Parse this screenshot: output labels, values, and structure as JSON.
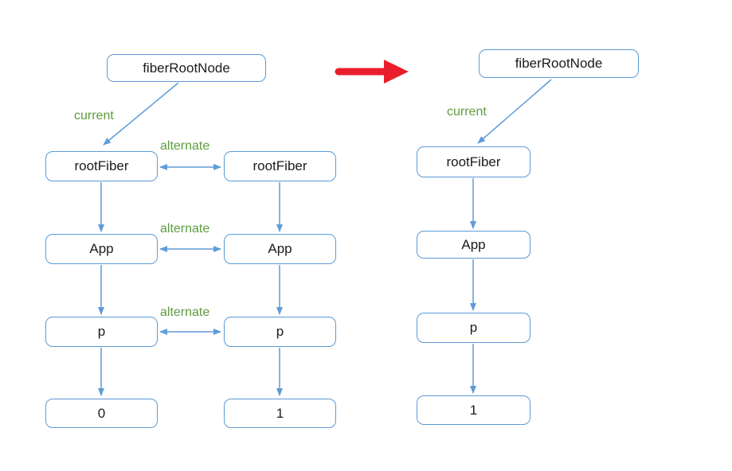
{
  "colors": {
    "node_border": "#5b9bd5",
    "arrow_blue": "#5e9cd8",
    "label_green": "#5d9c3f",
    "arrow_red": "#e91e2c"
  },
  "left_diagram": {
    "root": "fiberRootNode",
    "current_label": "current",
    "alternate_labels": [
      "alternate",
      "alternate",
      "alternate"
    ],
    "current_column": [
      "rootFiber",
      "App",
      "p",
      "0"
    ],
    "alternate_column": [
      "rootFiber",
      "App",
      "p",
      "1"
    ]
  },
  "right_diagram": {
    "root": "fiberRootNode",
    "current_label": "current",
    "column": [
      "rootFiber",
      "App",
      "p",
      "1"
    ]
  }
}
